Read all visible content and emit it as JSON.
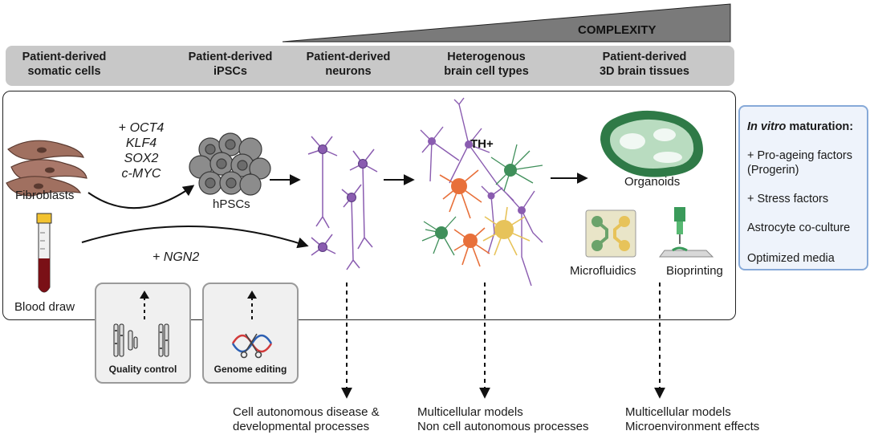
{
  "complexity_label": "COMPLEXITY",
  "stages": [
    {
      "line1": "Patient-derived",
      "line2": "somatic cells"
    },
    {
      "line1": "Patient-derived",
      "line2": "iPSCs"
    },
    {
      "line1": "Patient-derived",
      "line2": "neurons"
    },
    {
      "line1": "Heterogenous",
      "line2": "brain cell types"
    },
    {
      "line1": "Patient-derived",
      "line2": "3D brain tissues"
    }
  ],
  "sources": {
    "fibroblasts": "Fibroblasts",
    "blood_draw": "Blood draw"
  },
  "factors": {
    "plus": "+",
    "oct4": "OCT4",
    "klf4": "KLF4",
    "sox2": "SOX2",
    "cmyc": "c-MYC",
    "ngn2": "+ NGN2"
  },
  "hpscs": "hPSCs",
  "th_label": "TH+",
  "models": {
    "organoids": "Organoids",
    "microfluidics": "Microfluidics",
    "bioprinting": "Bioprinting"
  },
  "tools": {
    "quality_control": "Quality control",
    "genome_editing": "Genome editing"
  },
  "maturation": {
    "title_italic": "In vitro",
    "title_rest": " maturation:",
    "items": [
      "+ Pro-ageing factors",
      "(Progerin)",
      "+ Stress factors",
      "Astrocyte co-culture",
      "Optimized media"
    ]
  },
  "outcomes": [
    {
      "line1": "Cell autonomous disease &",
      "line2": "developmental processes"
    },
    {
      "line1": "Multicellular models",
      "line2": "Non cell autonomous processes"
    },
    {
      "line1": "Multicellular models",
      "line2": "Microenvironment effects"
    }
  ],
  "colors": {
    "neuron_purple": "#8a5cb0",
    "astro_orange": "#e8703a",
    "astro_yellow": "#e7c35a",
    "microglia_green": "#3f8f5a",
    "header_band": "#c8c8c8",
    "panel_border": "#86a9d8"
  }
}
